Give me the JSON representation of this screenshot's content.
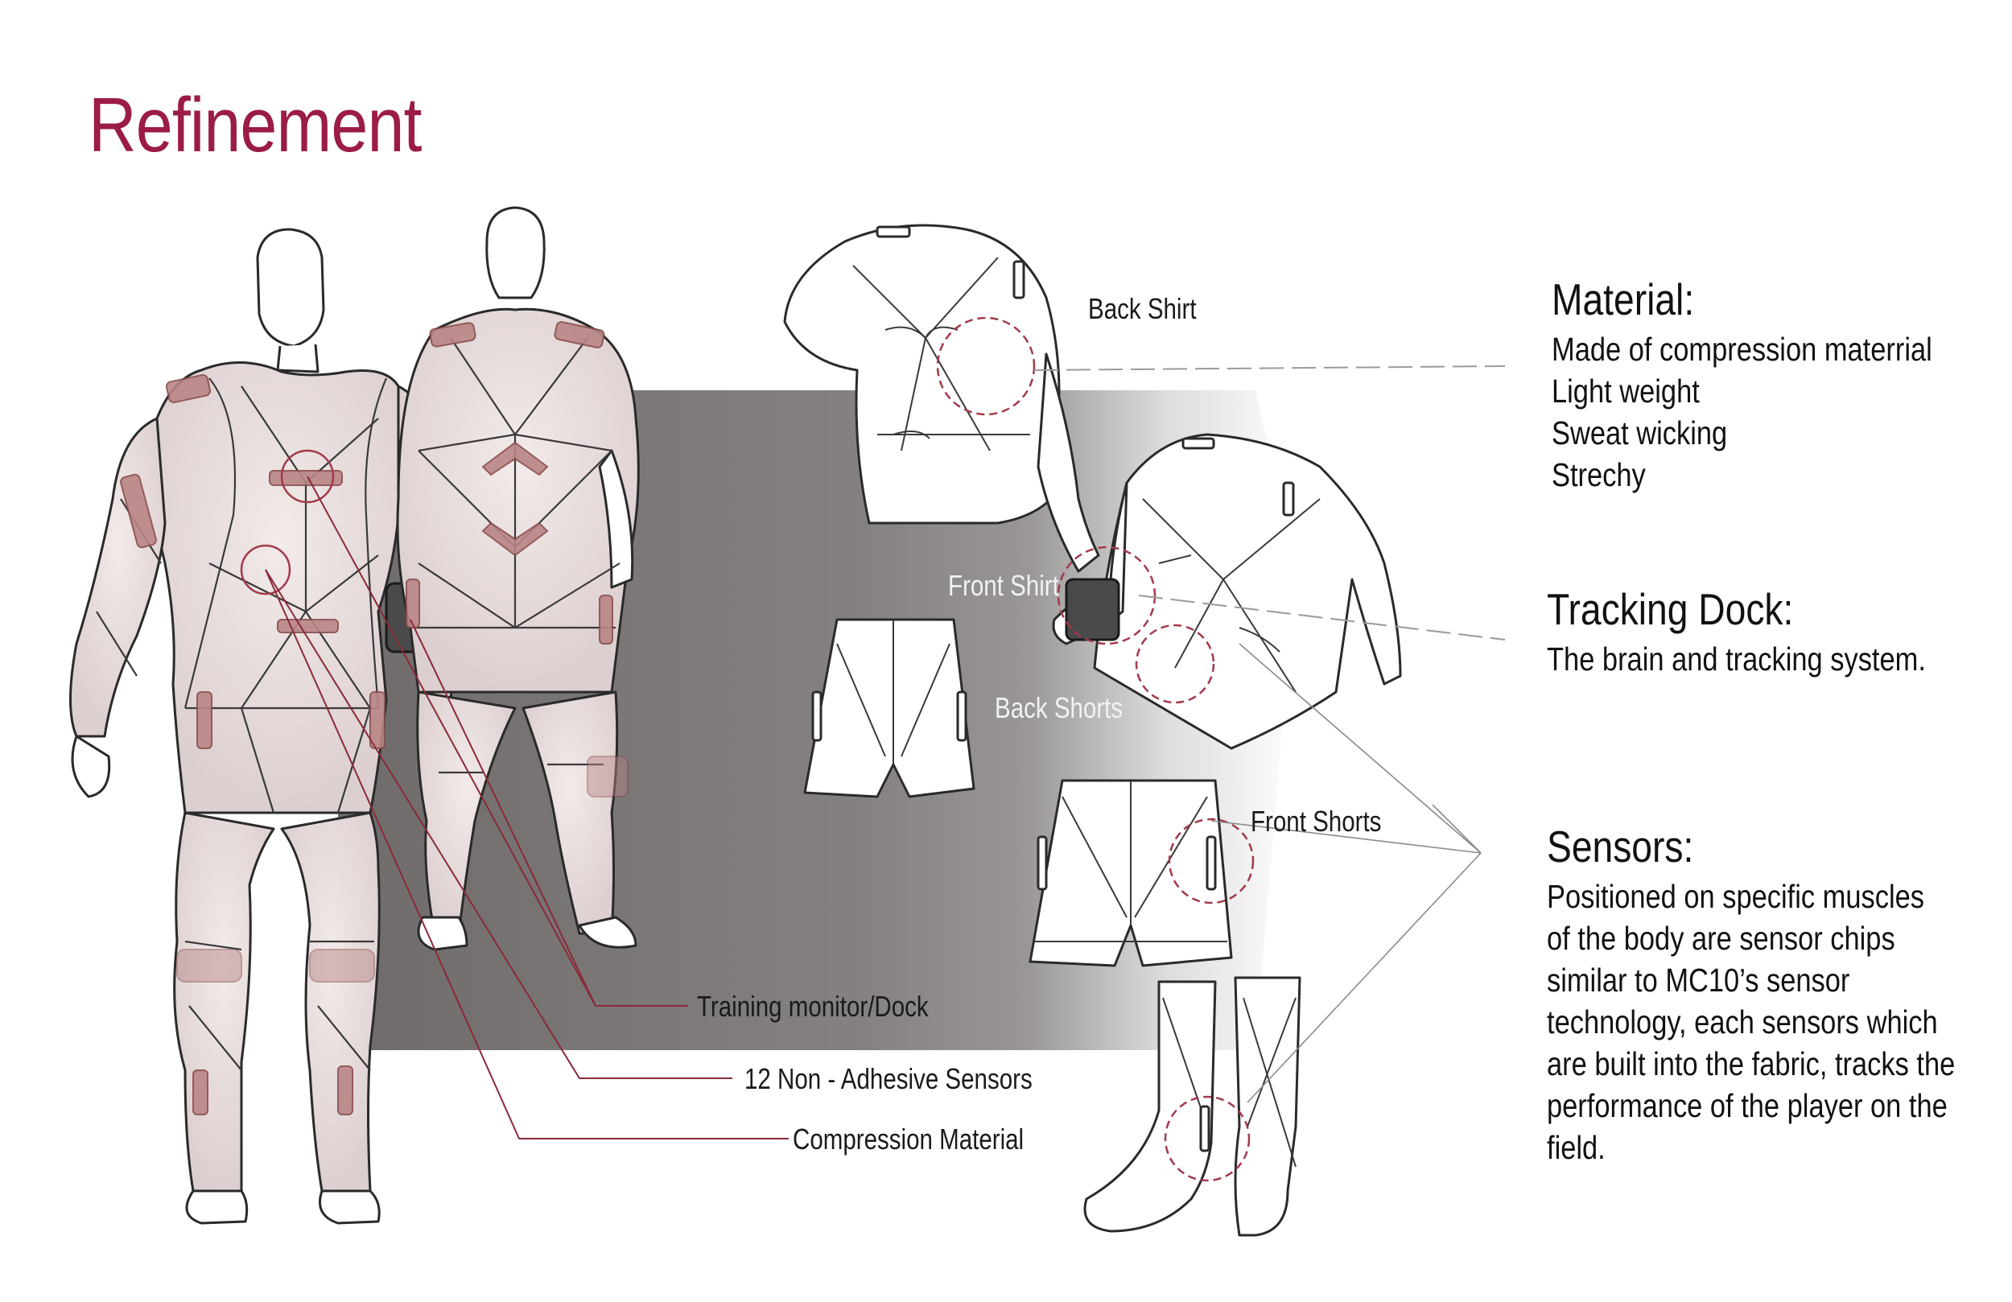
{
  "title": "Refinement",
  "callouts": {
    "back_shirt": "Back Shirt",
    "front_shirt": "Front Shirt",
    "back_shorts": "Back Shorts",
    "front_shorts": "Front Shorts",
    "training_monitor": "Training monitor/Dock",
    "sensors_count": "12 Non - Adhesive Sensors",
    "compression": "Compression Material"
  },
  "material": {
    "heading": "Material:",
    "lines": [
      "Made of compression materrial",
      "Light weight",
      "Sweat wicking",
      "Strechy"
    ]
  },
  "dock": {
    "heading": "Tracking Dock:",
    "lines": [
      "The brain and tracking system."
    ]
  },
  "sensors": {
    "heading": "Sensors:",
    "lines": [
      "Positioned on specific muscles",
      "of the body are sensor chips",
      "similar to MC10’s sensor",
      "technology, each sensors which",
      "are built into the fabric, tracks the",
      "performance of the player on the",
      "field."
    ]
  },
  "colors": {
    "accent": "#9b1c46",
    "sensor_pad": "#b98585",
    "backdrop": "#7c7878"
  }
}
